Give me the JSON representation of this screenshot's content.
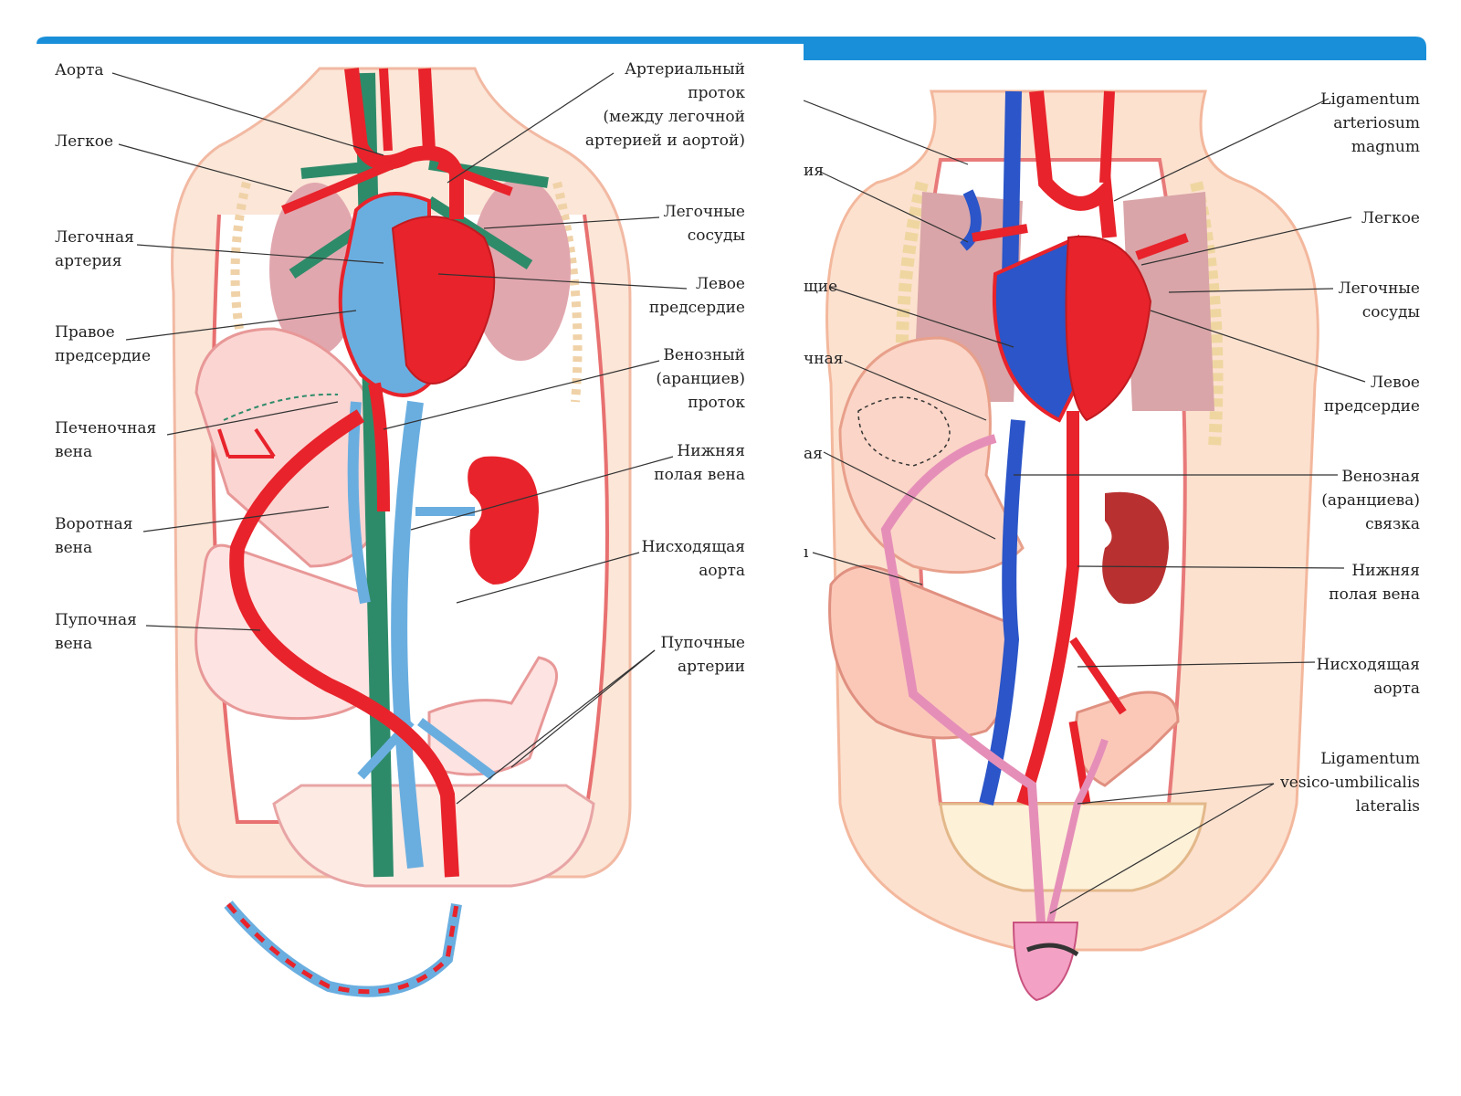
{
  "colors": {
    "header_bar": "#1a8fd9",
    "artery": "#e8232b",
    "vein": "#2b55c8",
    "vein_light": "#6aaee0",
    "lymph": "#2e8b6a",
    "skin": "#f9d9c3",
    "lung": "#d99aa3",
    "umbilical_cord": "#e58fb8"
  },
  "fetal_diagram": {
    "labels_left": [
      "Аорта",
      "Легкое",
      "Легочная\nартерия",
      "Правое\nпредсердие",
      "Печеночная\nвена",
      "Воротная\nвена",
      "Пупочная\nвена"
    ],
    "labels_right": [
      "Артериальный\nпроток\n(между легочной\nартерией и аортой)",
      "Легочные\nсосуды",
      "Левое\nпредсердие",
      "Венозный\n(аранциев)\nпроток",
      "Нижняя\nполая вена",
      "Нисходящая\nаорта",
      "Пупочные\nартерии"
    ]
  },
  "newborn_diagram": {
    "labels_cut": [
      "ия",
      "щие",
      "чная",
      "ая",
      "ı"
    ],
    "labels_right": [
      "Ligamentum\narteriosum\nmagnum",
      "Легкое",
      "Легочные\nсосуды",
      "Левое\nпредсердие",
      "Венозная\n(аранциева)\nсвязка",
      "Нижняя\nполая вена",
      "Нисходящая\nаорта",
      "Ligamentum\nvesico-umbilicalis\nlateralis"
    ]
  }
}
